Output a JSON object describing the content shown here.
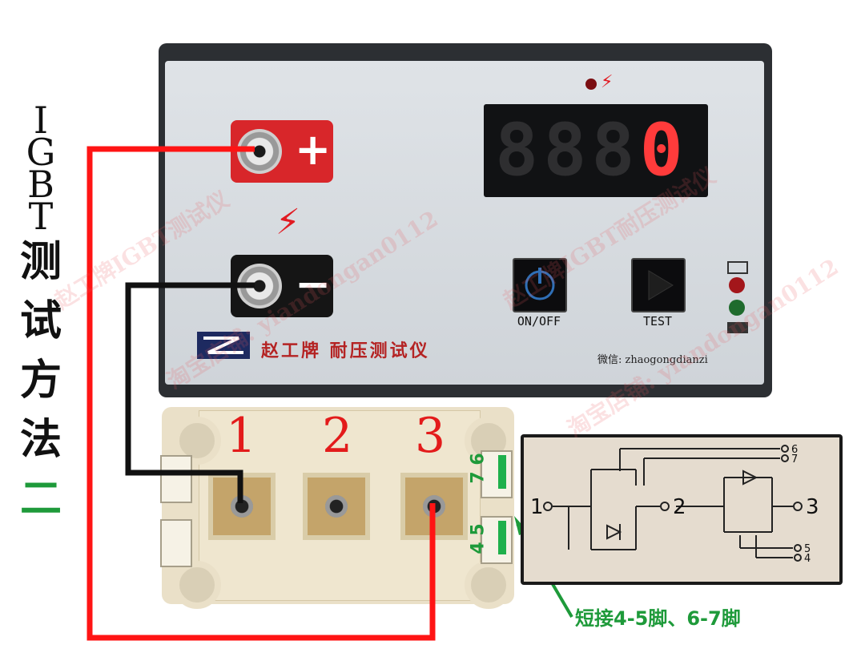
{
  "title": {
    "latin": [
      "I",
      "G",
      "B",
      "T"
    ],
    "cjk": [
      "测",
      "试",
      "方",
      "法"
    ],
    "method": "二"
  },
  "tester": {
    "positive_sign": "+",
    "negative_sign": "−",
    "bolt_icon": "lightning-bolt-icon",
    "display": {
      "digits": [
        "8",
        "8",
        "8",
        "0"
      ],
      "lit_index": 3
    },
    "buttons": {
      "power_label": "ON/OFF",
      "test_label": "TEST"
    },
    "brand_text": "赵工牌 耐压测试仪",
    "wechat_text": "微信: zhaogongdianzi",
    "colors": {
      "accent": "#e31b1b",
      "led_red": "#a3161b",
      "led_green": "#1f6b2d"
    }
  },
  "module": {
    "terminals": [
      "1",
      "2",
      "3"
    ],
    "upper_pins": "7 6",
    "lower_pins": "4 5"
  },
  "schematic": {
    "pin1": "1",
    "pin2": "2",
    "pin3": "3",
    "pin4": "4",
    "pin5": "5",
    "pin6": "6",
    "pin7": "7"
  },
  "caption": "短接4-5脚、6-7脚",
  "watermarks": [
    "赵工牌IGBT测试仪",
    "淘宝店铺: yiandongan0112",
    "赵工牌IGBT耐压测试仪",
    "淘宝店铺: yiandongan0112"
  ]
}
